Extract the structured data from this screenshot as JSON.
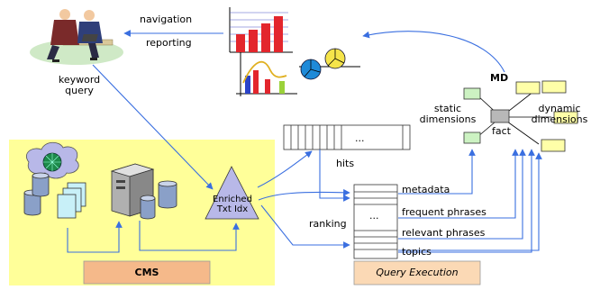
{
  "labels": {
    "navigation": "navigation",
    "reporting": "reporting",
    "keyword_query_line1": "keyword",
    "keyword_query_line2": "query",
    "md": "MD",
    "static_dimensions_line1": "static",
    "static_dimensions_line2": "dimensions",
    "dynamic_dimensions_line1": "dynamic",
    "dynamic_dimensions_line2": "dimensions",
    "fact": "fact",
    "hits": "hits",
    "hits_ellipsis": "...",
    "ranking": "ranking",
    "ranking_ellipsis": "...",
    "metadata": "metadata",
    "frequent_phrases": "frequent phrases",
    "relevant_phrases": "relevant phrases",
    "topics": "topics",
    "enriched_line1": "Enriched",
    "enriched_line2": "Txt Idx",
    "cms": "CMS",
    "query_execution": "Query Execution"
  },
  "colors": {
    "cms_panel": "#ffff99",
    "cms_tab": "#f5b98a",
    "qe_tab": "#fbd9b5",
    "arrow": "#3a6fe0",
    "triangle": "#b8b8e8",
    "static_box": "#ccf2c2",
    "dynamic_box": "#ffffa8",
    "fact_box": "#b8b8b8"
  },
  "icons": [
    "business-people-icon",
    "globe-network-icon",
    "database-icon",
    "documents-icon",
    "server-icon",
    "bar-chart-icon",
    "line-chart-icon",
    "pie-chart-icon"
  ]
}
